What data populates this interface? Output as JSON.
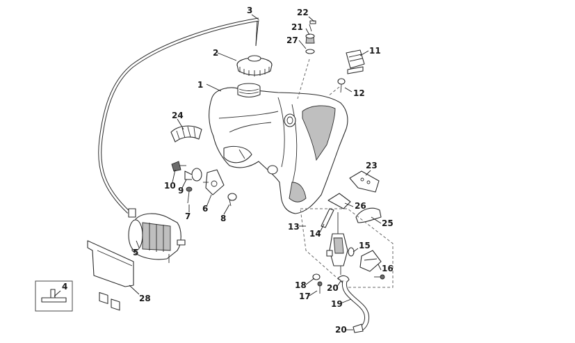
{
  "callouts": {
    "c1": "1",
    "c2": "2",
    "c3": "3",
    "c4": "4",
    "c5": "5",
    "c6": "6",
    "c7": "7",
    "c8": "8",
    "c9": "9",
    "c10": "10",
    "c11": "11",
    "c12": "12",
    "c13": "13",
    "c14": "14",
    "c15": "15",
    "c16": "16",
    "c17": "17",
    "c18": "18",
    "c19": "19",
    "c20a": "20",
    "c20b": "20",
    "c21": "21",
    "c22": "22",
    "c23": "23",
    "c24": "24",
    "c25": "25",
    "c26": "26",
    "c27": "27",
    "c28": "28"
  },
  "colors": {
    "line": "#2a2a2a",
    "fill": "#ffffff",
    "shade": "#bfbfbf",
    "accent": "#d33a3a"
  }
}
